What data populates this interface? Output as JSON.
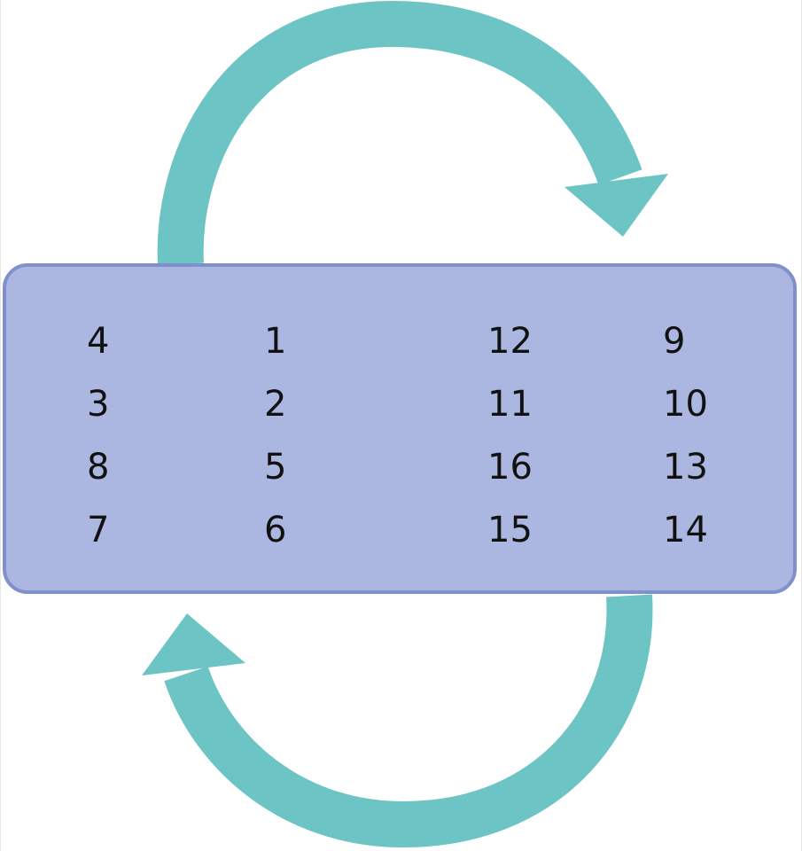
{
  "arrow_color": "#6cc4c4",
  "box_fill": "#abb7e0",
  "box_border": "#8090cb",
  "grid": {
    "rows": [
      [
        "4",
        "1",
        "12",
        "9"
      ],
      [
        "3",
        "2",
        "11",
        "10"
      ],
      [
        "8",
        "5",
        "16",
        "13"
      ],
      [
        "7",
        "6",
        "15",
        "14"
      ]
    ]
  },
  "arrows": [
    {
      "name": "top",
      "direction": "clockwise"
    },
    {
      "name": "bottom",
      "direction": "clockwise"
    }
  ]
}
